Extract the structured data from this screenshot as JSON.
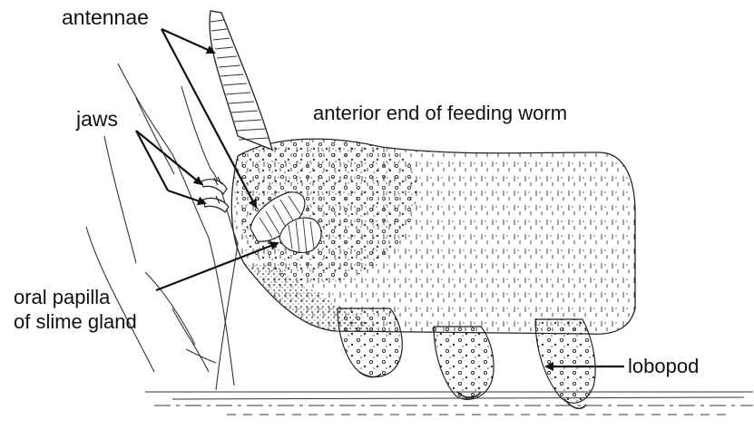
{
  "figure": {
    "title": "anterior end of feeding worm",
    "labels": {
      "antennae": "antennae",
      "jaws": "jaws",
      "oral_papilla_line1": "oral papilla",
      "oral_papilla_line2": "of slime gland",
      "lobopod": "lobopod"
    }
  },
  "colors": {
    "ink": "#111111",
    "background": "#ffffff"
  }
}
